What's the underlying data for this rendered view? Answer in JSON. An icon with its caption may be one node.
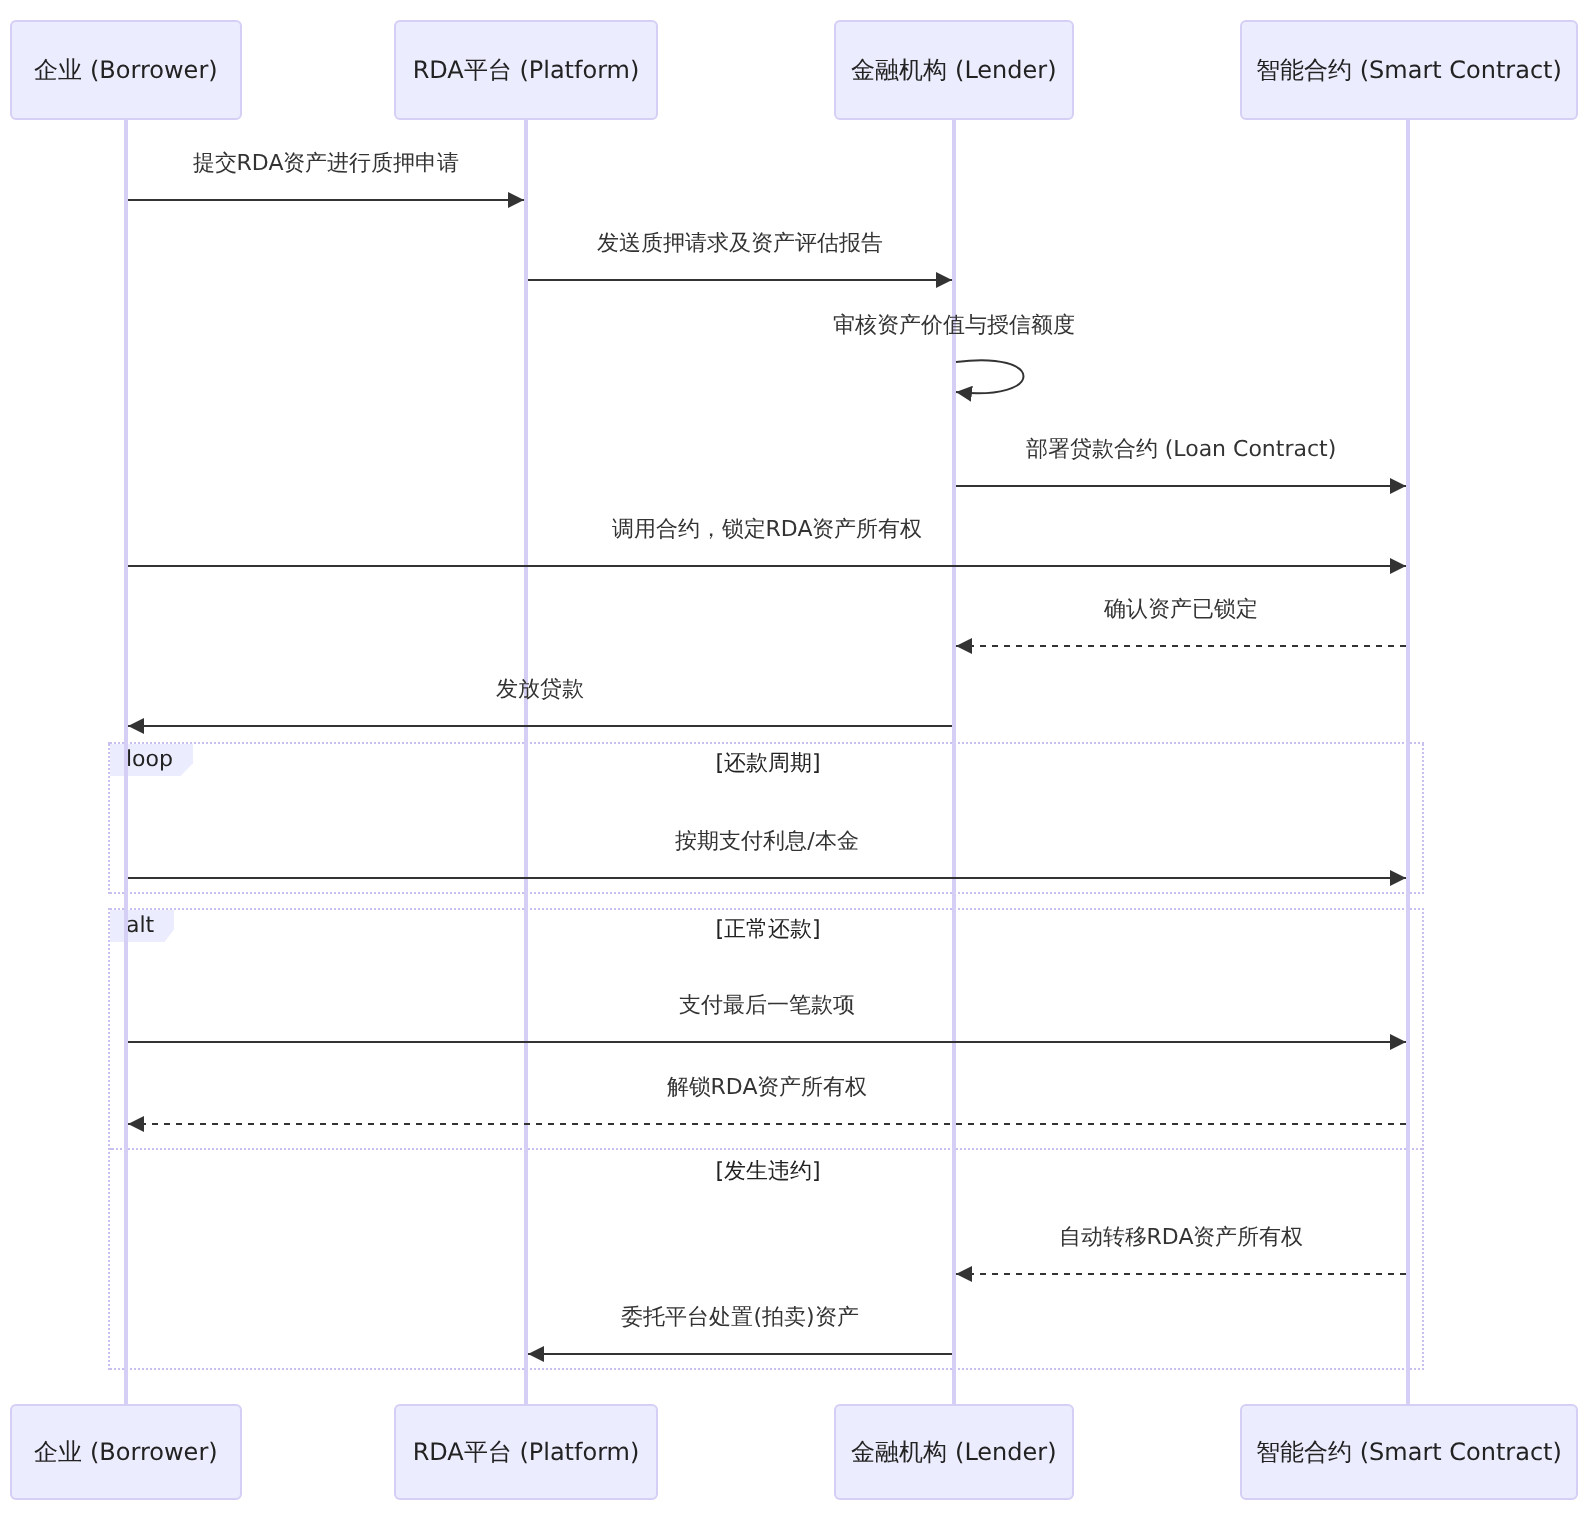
{
  "diagram": {
    "nodes": [
      {
        "text": [
          "企业 (Borrower)"
        ]
      },
      {
        "text": [
          "RDA平台 (Platform)"
        ]
      },
      {
        "text": [
          "金融机构 (Lender)"
        ]
      },
      {
        "text": [
          "智能合约 (Smart Contract)"
        ]
      },
      {
        "text": [],
        "shape": "bar"
      },
      {
        "text": [],
        "shape": "bar"
      },
      {
        "text": [],
        "shape": "bar"
      },
      {
        "text": [],
        "shape": "bar"
      },
      {
        "text": [
          "企业 (Borrower)"
        ]
      },
      {
        "text": [
          "RDA平台 (Platform)"
        ]
      },
      {
        "text": [
          "金融机构 (Lender)"
        ]
      },
      {
        "text": [
          "智能合约 (Smart Contract)"
        ]
      }
    ],
    "edges": [
      {
        "from": 4,
        "to": 5,
        "arrow": "to",
        "label": "提交RDA资产进行质押申请"
      },
      {
        "from": 5,
        "to": 6,
        "arrow": "to",
        "label": "发送质押请求及资产评估报告"
      },
      {
        "from": 6,
        "to": 6,
        "arrow": "to",
        "label": "审核资产价值与授信额度"
      },
      {
        "from": 6,
        "to": 7,
        "arrow": "to",
        "label": "部署贷款合约 (Loan Contract)"
      },
      {
        "from": 4,
        "to": 7,
        "arrow": "to",
        "label": "调用合约，锁定RDA资产所有权"
      },
      {
        "from": 7,
        "to": 6,
        "arrow": "to",
        "label": "确认资产已锁定",
        "style": "dashed"
      },
      {
        "from": 6,
        "to": 4,
        "arrow": "to",
        "label": "发放贷款"
      },
      {
        "from": 4,
        "to": 7,
        "arrow": "to",
        "label": "按期支付利息/本金"
      },
      {
        "from": 4,
        "to": 7,
        "arrow": "to",
        "label": "支付最后一笔款项"
      },
      {
        "from": 7,
        "to": 4,
        "arrow": "to",
        "label": "解锁RDA资产所有权",
        "style": "dashed"
      },
      {
        "from": 7,
        "to": 6,
        "arrow": "to",
        "label": "自动转移RDA资产所有权",
        "style": "dashed"
      },
      {
        "from": 6,
        "to": 5,
        "arrow": "to",
        "label": "委托平台处置(拍卖)资产"
      }
    ],
    "labels": [
      "loop",
      "[还款周期]",
      "alt",
      "[正常还款]",
      "[发生违约]"
    ]
  }
}
